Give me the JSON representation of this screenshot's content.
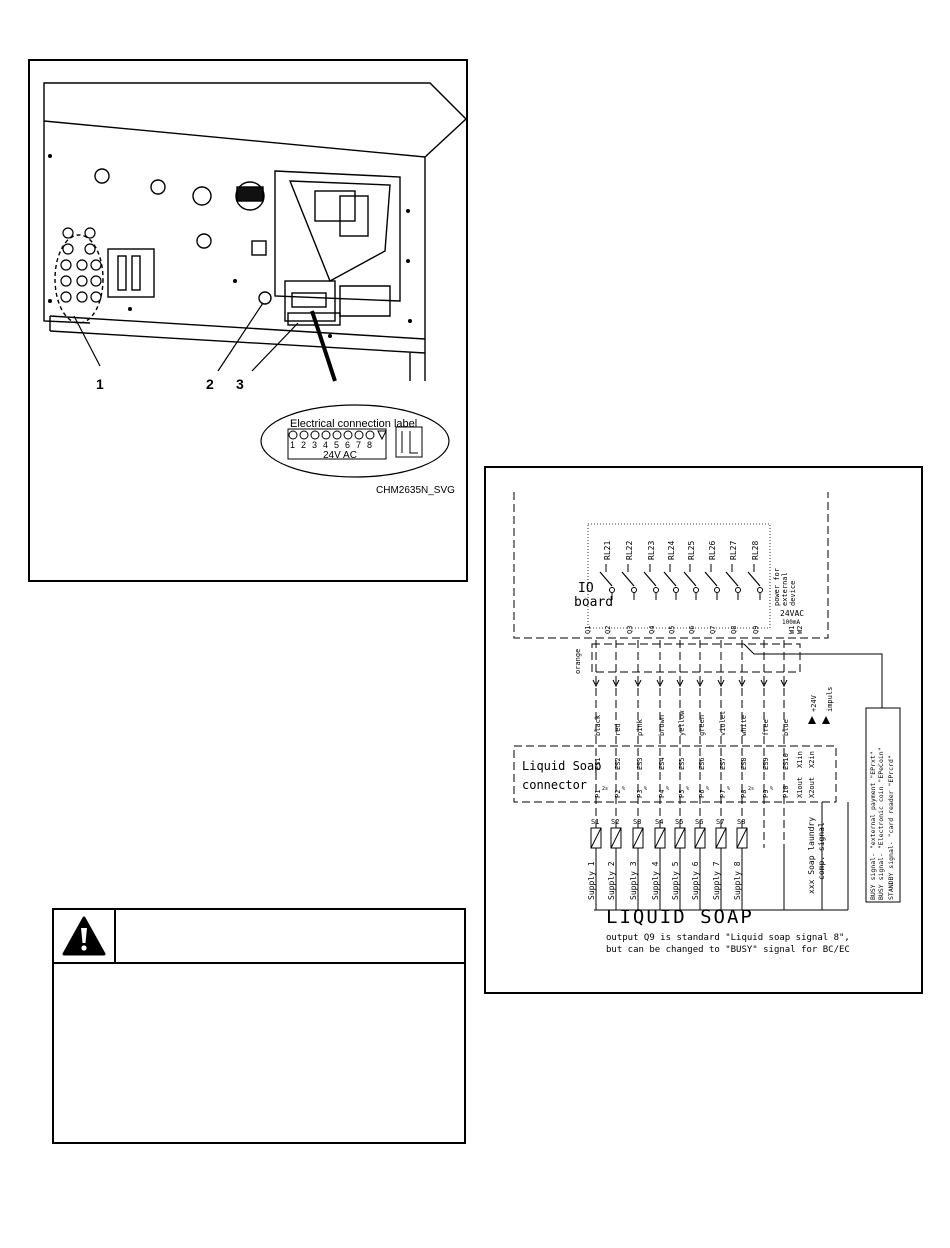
{
  "photo": {
    "callouts": [
      "1",
      "2",
      "3"
    ],
    "label_title": "Electrical connection label",
    "label_numbers": [
      "1",
      "2",
      "3",
      "4",
      "5",
      "6",
      "7",
      "8"
    ],
    "label_voltage": "24V AC",
    "figure_code": "CHM2635N_SVG"
  },
  "warning": {
    "icon": "warning-triangle-icon"
  },
  "schematic": {
    "board_label_1": "IO",
    "board_label_2": "board",
    "relays": [
      "RL21",
      "RL22",
      "RL23",
      "RL24",
      "RL25",
      "RL26",
      "RL27",
      "RL28"
    ],
    "q_outputs": [
      "Q1",
      "Q2",
      "Q3",
      "Q4",
      "Q5",
      "Q6",
      "Q7",
      "Q8",
      "Q9"
    ],
    "power_note": [
      "power for",
      "external",
      "device"
    ],
    "power_voltage": "24VAC",
    "power_current": "100mA",
    "w_terms": [
      "W1",
      "W2"
    ],
    "orange_label": "orange",
    "wire_colors": [
      "black",
      "red",
      "pink",
      "brown",
      "yellow",
      "green",
      "violet",
      "white",
      "free",
      "blue"
    ],
    "es_terms": [
      "ES1",
      "ES2",
      "ES3",
      "ES4",
      "ES5",
      "ES6",
      "ES7",
      "ES8",
      "ES9",
      "ES10"
    ],
    "connector_label_1": "Liquid Soap",
    "connector_label_2": "connector",
    "p_terms": [
      "P1",
      "P2",
      "P3",
      "P4",
      "P5",
      "P6",
      "P7",
      "P8",
      "P9",
      "P10"
    ],
    "small_marks": [
      "2s",
      "%",
      "%",
      "%",
      "%",
      "%",
      "%",
      "2s",
      "%"
    ],
    "x_in": [
      "X1in",
      "X2in"
    ],
    "x_out": [
      "X1out",
      "X2out"
    ],
    "x_notes": [
      "+24V",
      "impuls"
    ],
    "s_labels": [
      "S1",
      "S2",
      "S3",
      "S4",
      "S5",
      "S6",
      "S7",
      "S8"
    ],
    "supplies": [
      "Supply 1",
      "Supply 2",
      "Supply 3",
      "Supply 4",
      "Supply 5",
      "Supply 6",
      "Supply 7",
      "Supply 8"
    ],
    "soap_comp_1": "xxx Soap laundry",
    "soap_comp_2": "comp. signal",
    "signals": [
      "BUSY signal- \"external payment \"EPrxt\"",
      "BUSY signal- \"Electronic coin \"EPeCoin\"",
      "STANDBY signal- \"card reader \"EPrcrd\""
    ],
    "title": "LIQUID SOAP",
    "note_1": "output Q9 is standard \"Liquid soap signal 8\",",
    "note_2": "but can be changed to \"BUSY\" signal for BC/EC"
  }
}
